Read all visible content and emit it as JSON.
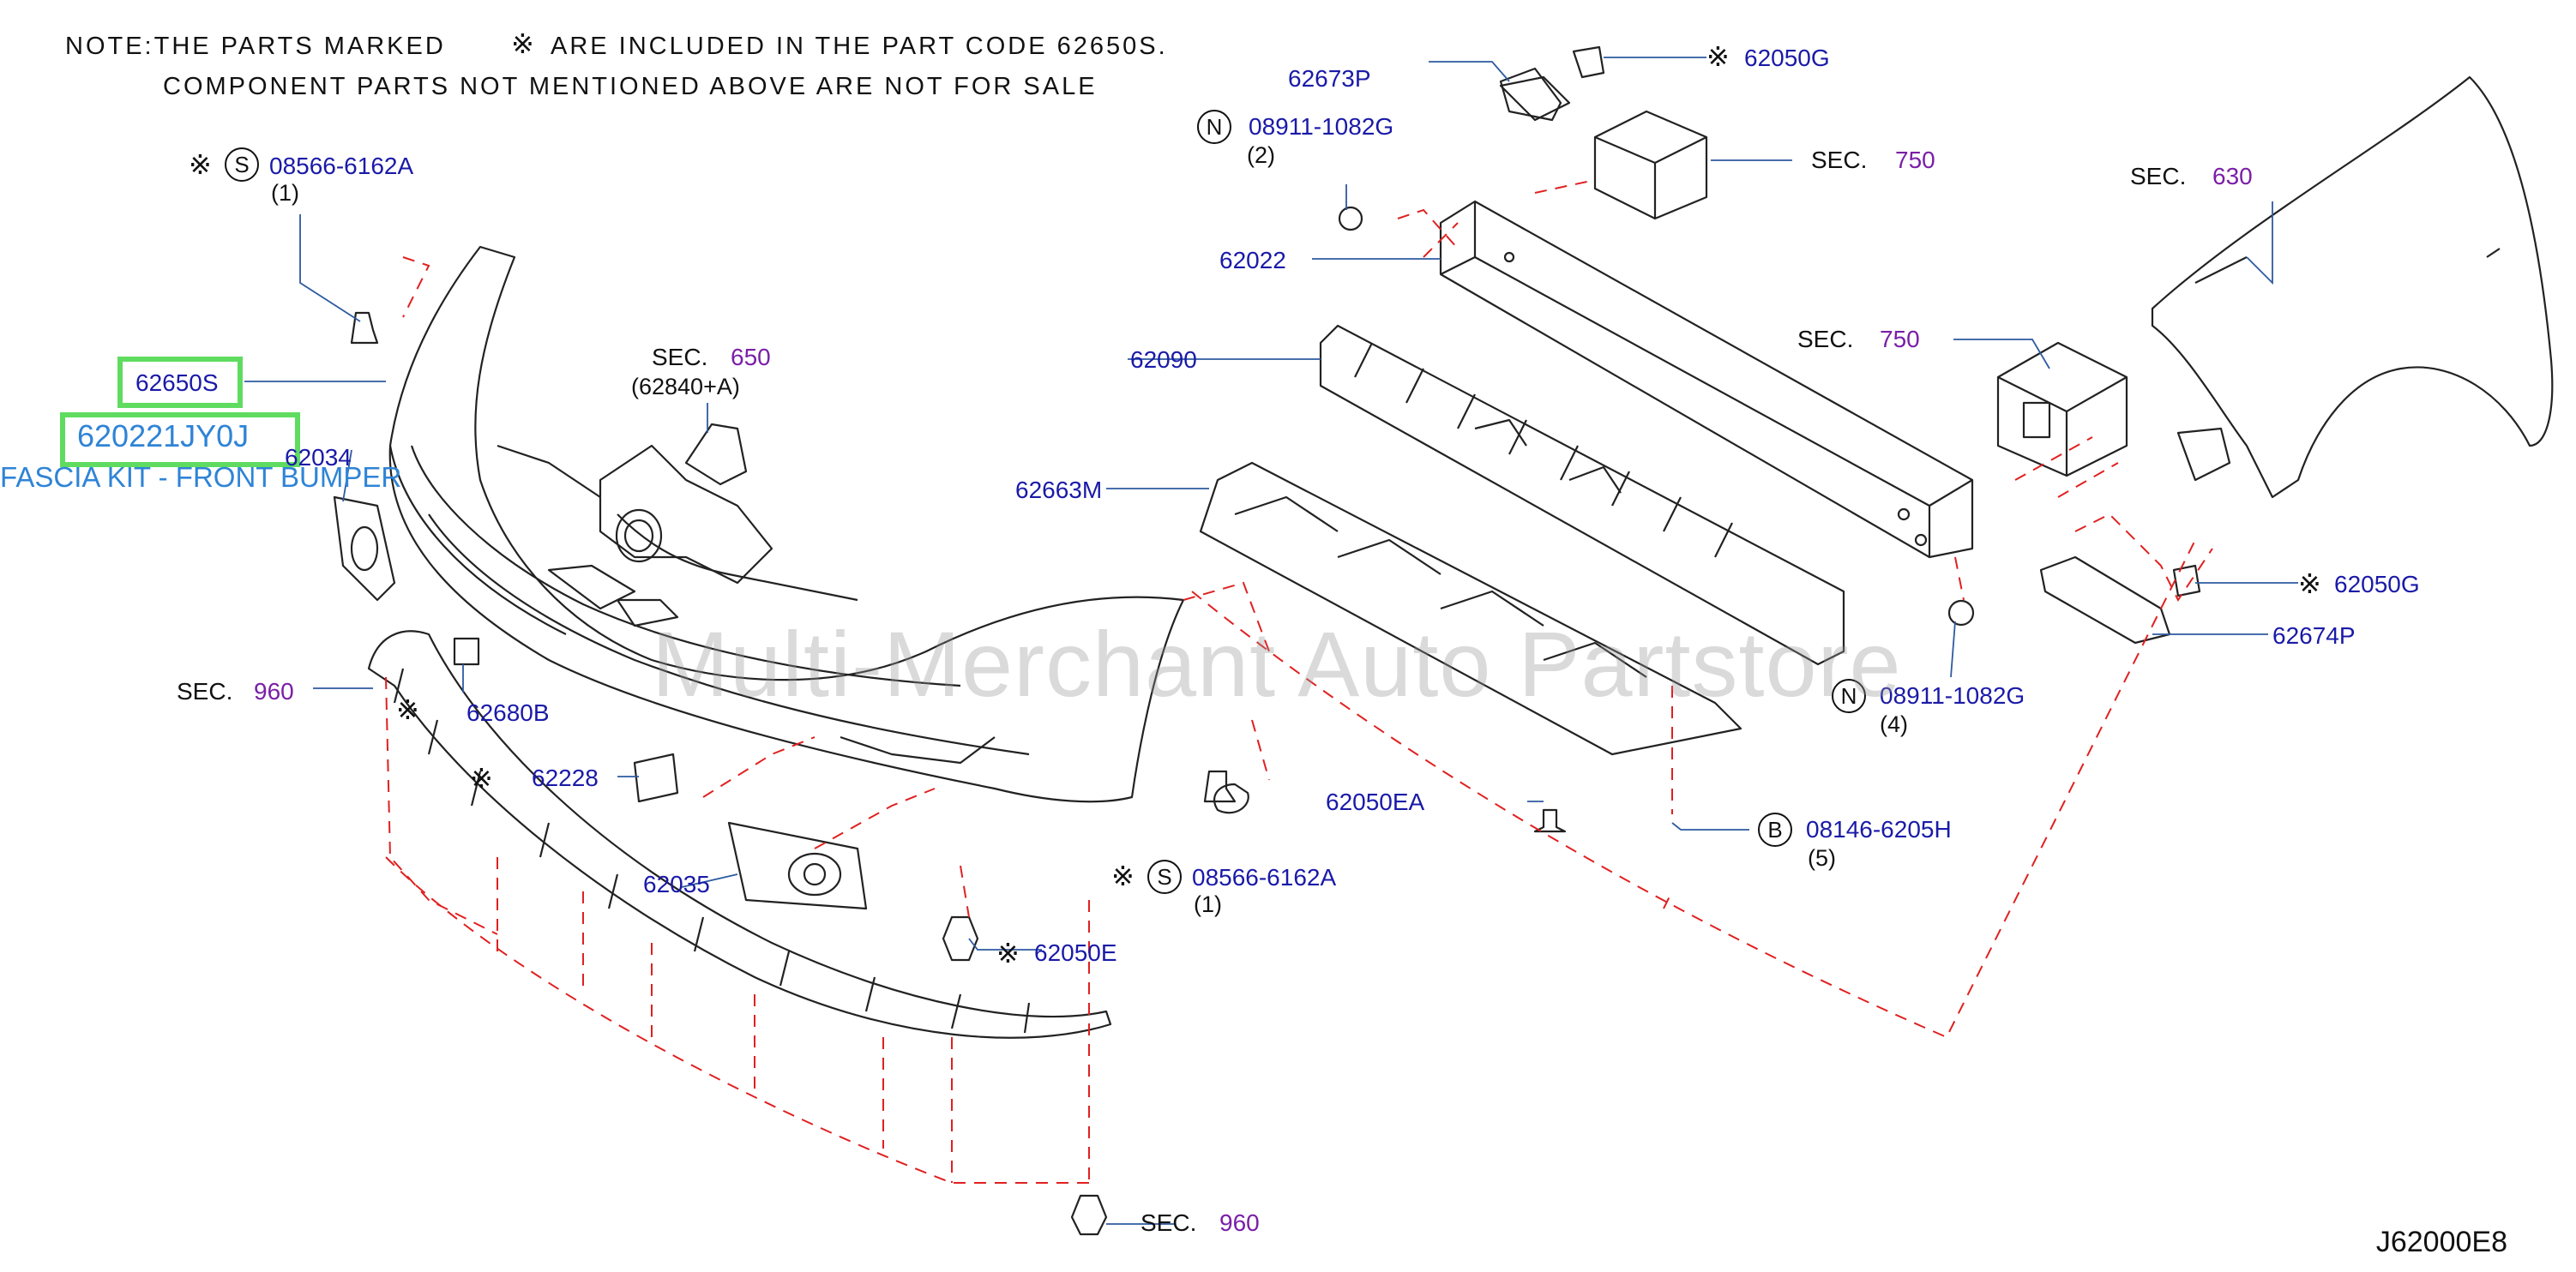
{
  "notes": {
    "line1_pre": "NOTE:THE  PARTS  MARKED",
    "line1_post": "ARE  INCLUDED  IN  THE  PART  CODE  62650S.",
    "line2": "COMPONENT  PARTS  NOT  MENTIONED  ABOVE  ARE  NOT  FOR  SALE",
    "mark_symbol": "※"
  },
  "highlight": {
    "part_62650S": "62650S",
    "part_main": "620221JY0J",
    "description": "FASCIA KIT - FRONT BUMPER"
  },
  "labels": {
    "p08566_top": "08566-6162A",
    "p08566_top_qty": "(1)",
    "p08566_top_circle": "S",
    "p62034": "62034",
    "sec650_prefix": "SEC.",
    "sec650_num": "650",
    "sec650_sub": "(62840+A)",
    "sec960_left_prefix": "SEC.",
    "sec960_left_num": "960",
    "p62680B": "62680B",
    "p62228": "62228",
    "p62035": "62035",
    "p62050E": "62050E",
    "p08566_bot": "08566-6162A",
    "p08566_bot_qty": "(1)",
    "p08566_bot_circle": "S",
    "sec960_bot_prefix": "SEC.",
    "sec960_bot_num": "960",
    "p62673P": "62673P",
    "p62050G_top": "62050G",
    "p08911_top": "08911-1082G",
    "p08911_top_qty": "(2)",
    "p08911_top_circle": "N",
    "sec750_top_prefix": "SEC.",
    "sec750_top_num": "750",
    "p62022": "62022",
    "p62090": "62090",
    "sec750_mid_prefix": "SEC.",
    "sec750_mid_num": "750",
    "p62663M": "62663M",
    "p62050G_right": "62050G",
    "p62674P": "62674P",
    "p08911_bot": "08911-1082G",
    "p08911_bot_qty": "(4)",
    "p08911_bot_circle": "N",
    "p62050EA": "62050EA",
    "p08146": "08146-6205H",
    "p08146_qty": "(5)",
    "p08146_circle": "B",
    "sec630_prefix": "SEC.",
    "sec630_num": "630"
  },
  "watermark": "Multi-Merchant Auto Partstore",
  "diagram_code": "J62000E8",
  "colors": {
    "part_number": "#1a1aa8",
    "section_number": "#7a1fa6",
    "highlight_box": "#5fdc5f",
    "description": "#2f84d6",
    "dashed_line": "#e02020"
  }
}
